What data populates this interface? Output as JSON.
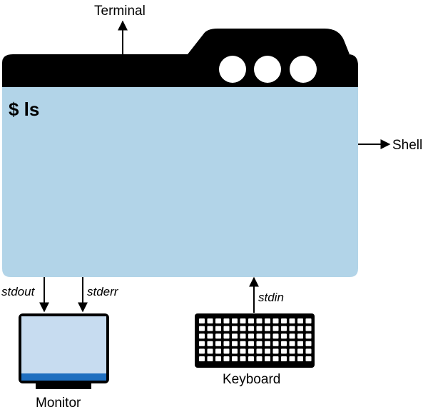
{
  "labels": {
    "terminal": "Terminal",
    "shell": "Shell",
    "stdout": "stdout",
    "stderr": "stderr",
    "stdin": "stdin",
    "monitor": "Monitor",
    "keyboard": "Keyboard"
  },
  "terminal_window": {
    "command": "$ ls",
    "window_buttons": 3
  },
  "colors": {
    "titlebar": "#000000",
    "screen": "#b2d4e8",
    "monitor_screen": "#c7dcf0",
    "monitor_bar": "#1f6fc0",
    "line": "#000000"
  }
}
